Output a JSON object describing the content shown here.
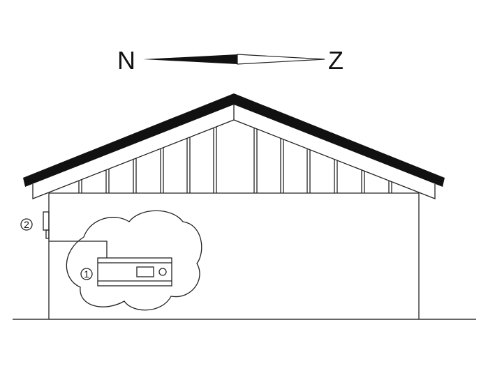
{
  "compass": {
    "left_label": "N",
    "right_label": "Z"
  },
  "callouts": [
    {
      "number": "1"
    },
    {
      "number": "2"
    }
  ],
  "colors": {
    "line": "#222222",
    "roof": "#111111",
    "background": "#ffffff"
  }
}
